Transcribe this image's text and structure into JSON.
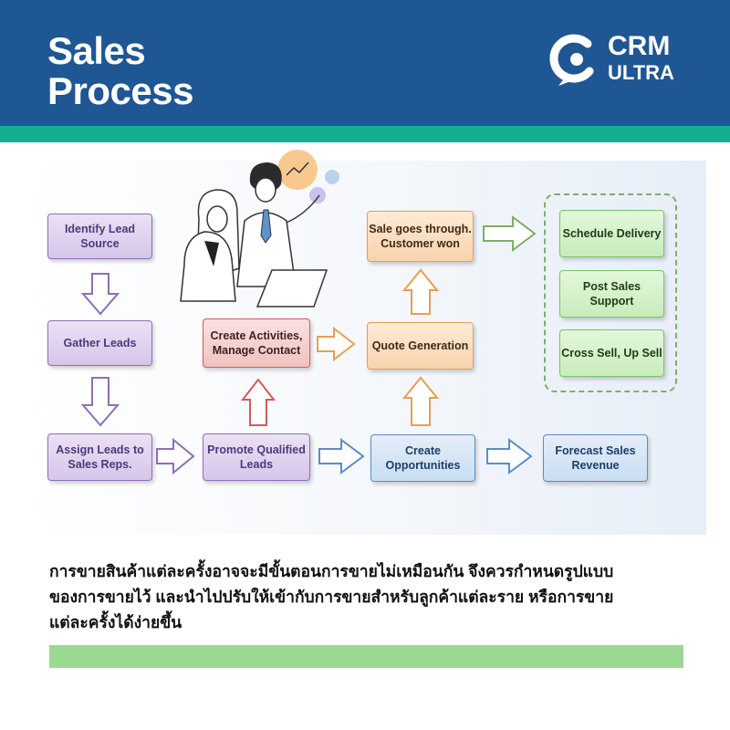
{
  "header": {
    "title_line1": "Sales",
    "title_line2": "Process",
    "logo_line1": "CRM",
    "logo_line2": "ULTRA",
    "logo_icon": "crm-ultra-chat-c-icon"
  },
  "colors": {
    "header_bg": "#1f5694",
    "teal_band": "#13b08f",
    "purple_step": "#d7c5ea",
    "red_step": "#f2c1c1",
    "orange_step": "#f8d3ae",
    "blue_step": "#c9ddf2",
    "green_step": "#c8ecbb",
    "bottom_bar": "#9bd993"
  },
  "diagram": {
    "illustration": "business-people-with-laptop-illustration",
    "steps": {
      "identify_lead_source": "Identify Lead Source",
      "gather_leads": "Gather Leads",
      "assign_leads": "Assign Leads to Sales Reps.",
      "promote_leads": "Promote Qualified Leads",
      "create_activities": "Create Activities, Manage Contact",
      "create_opportunities": "Create Opportunities",
      "quote_generation": "Quote Generation",
      "sale_goes_through": "Sale goes through. Customer won",
      "forecast_sales": "Forecast Sales Revenue",
      "schedule_delivery": "Schedule Delivery",
      "post_sales_support": "Post Sales Support",
      "cross_sell": "Cross Sell, Up Sell"
    }
  },
  "description": {
    "line1": "การขายสินค้าแต่ละครั้งอาจจะมีขั้นตอนการขายไม่เหมือนกัน  จึงควรกำหนดรูปแบบ",
    "line2": "ของการขายไว้ และนำไปปรับให้เข้ากับการขายสำหรับลูกค้าแต่ละราย หรือการขาย",
    "line3": "แต่ละครั้งได้ง่ายขึ้น"
  }
}
